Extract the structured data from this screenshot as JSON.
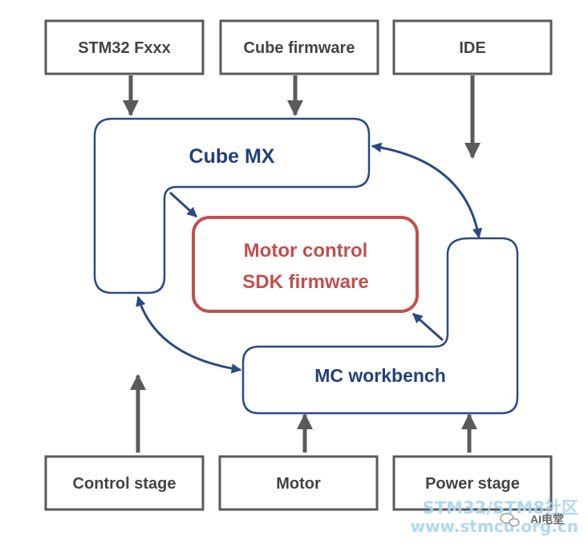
{
  "colors": {
    "box_border": "#5a5a5a",
    "box_text": "#444444",
    "flow_border": "#2a4a86",
    "flow_text": "#24417a",
    "arrow_gray": "#5a5a5a",
    "center_border": "#c0504d",
    "center_text": "#c0504d",
    "watermark": "#a8d4f0"
  },
  "inputs": {
    "stm32": "STM32 Fxxx",
    "cube_firmware": "Cube firmware",
    "ide": "IDE"
  },
  "hub": {
    "cube_mx": "Cube MX",
    "mc_workbench": "MC workbench"
  },
  "center": {
    "line1": "Motor control",
    "line2": "SDK firmware"
  },
  "outputs": {
    "control_stage": "Control stage",
    "motor": "Motor",
    "power_stage": "Power stage"
  },
  "watermark": {
    "line1": "STM32/STM8社区",
    "line2": "www.stmcu.org.cn",
    "badge": "AI电堂"
  }
}
